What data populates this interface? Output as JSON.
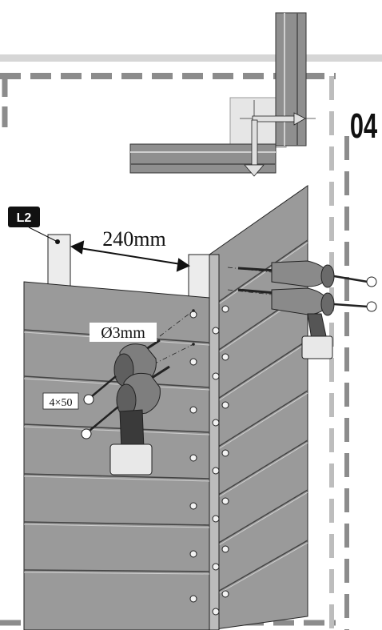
{
  "step": {
    "number": "04"
  },
  "labels": {
    "part": "L2",
    "distance": "240mm",
    "drill_diameter": "Ø3mm",
    "screw_size": "4×50"
  },
  "colors": {
    "board": "#9a9a9a",
    "board_dark": "#6f6f6f",
    "board_light": "#b8b8b8",
    "frame_dash": "#8c8c8c",
    "frame_light": "#cfcfcf",
    "badge": "#111111"
  },
  "icons": [
    "drill-icon",
    "screw-icon",
    "step-number-badge"
  ]
}
